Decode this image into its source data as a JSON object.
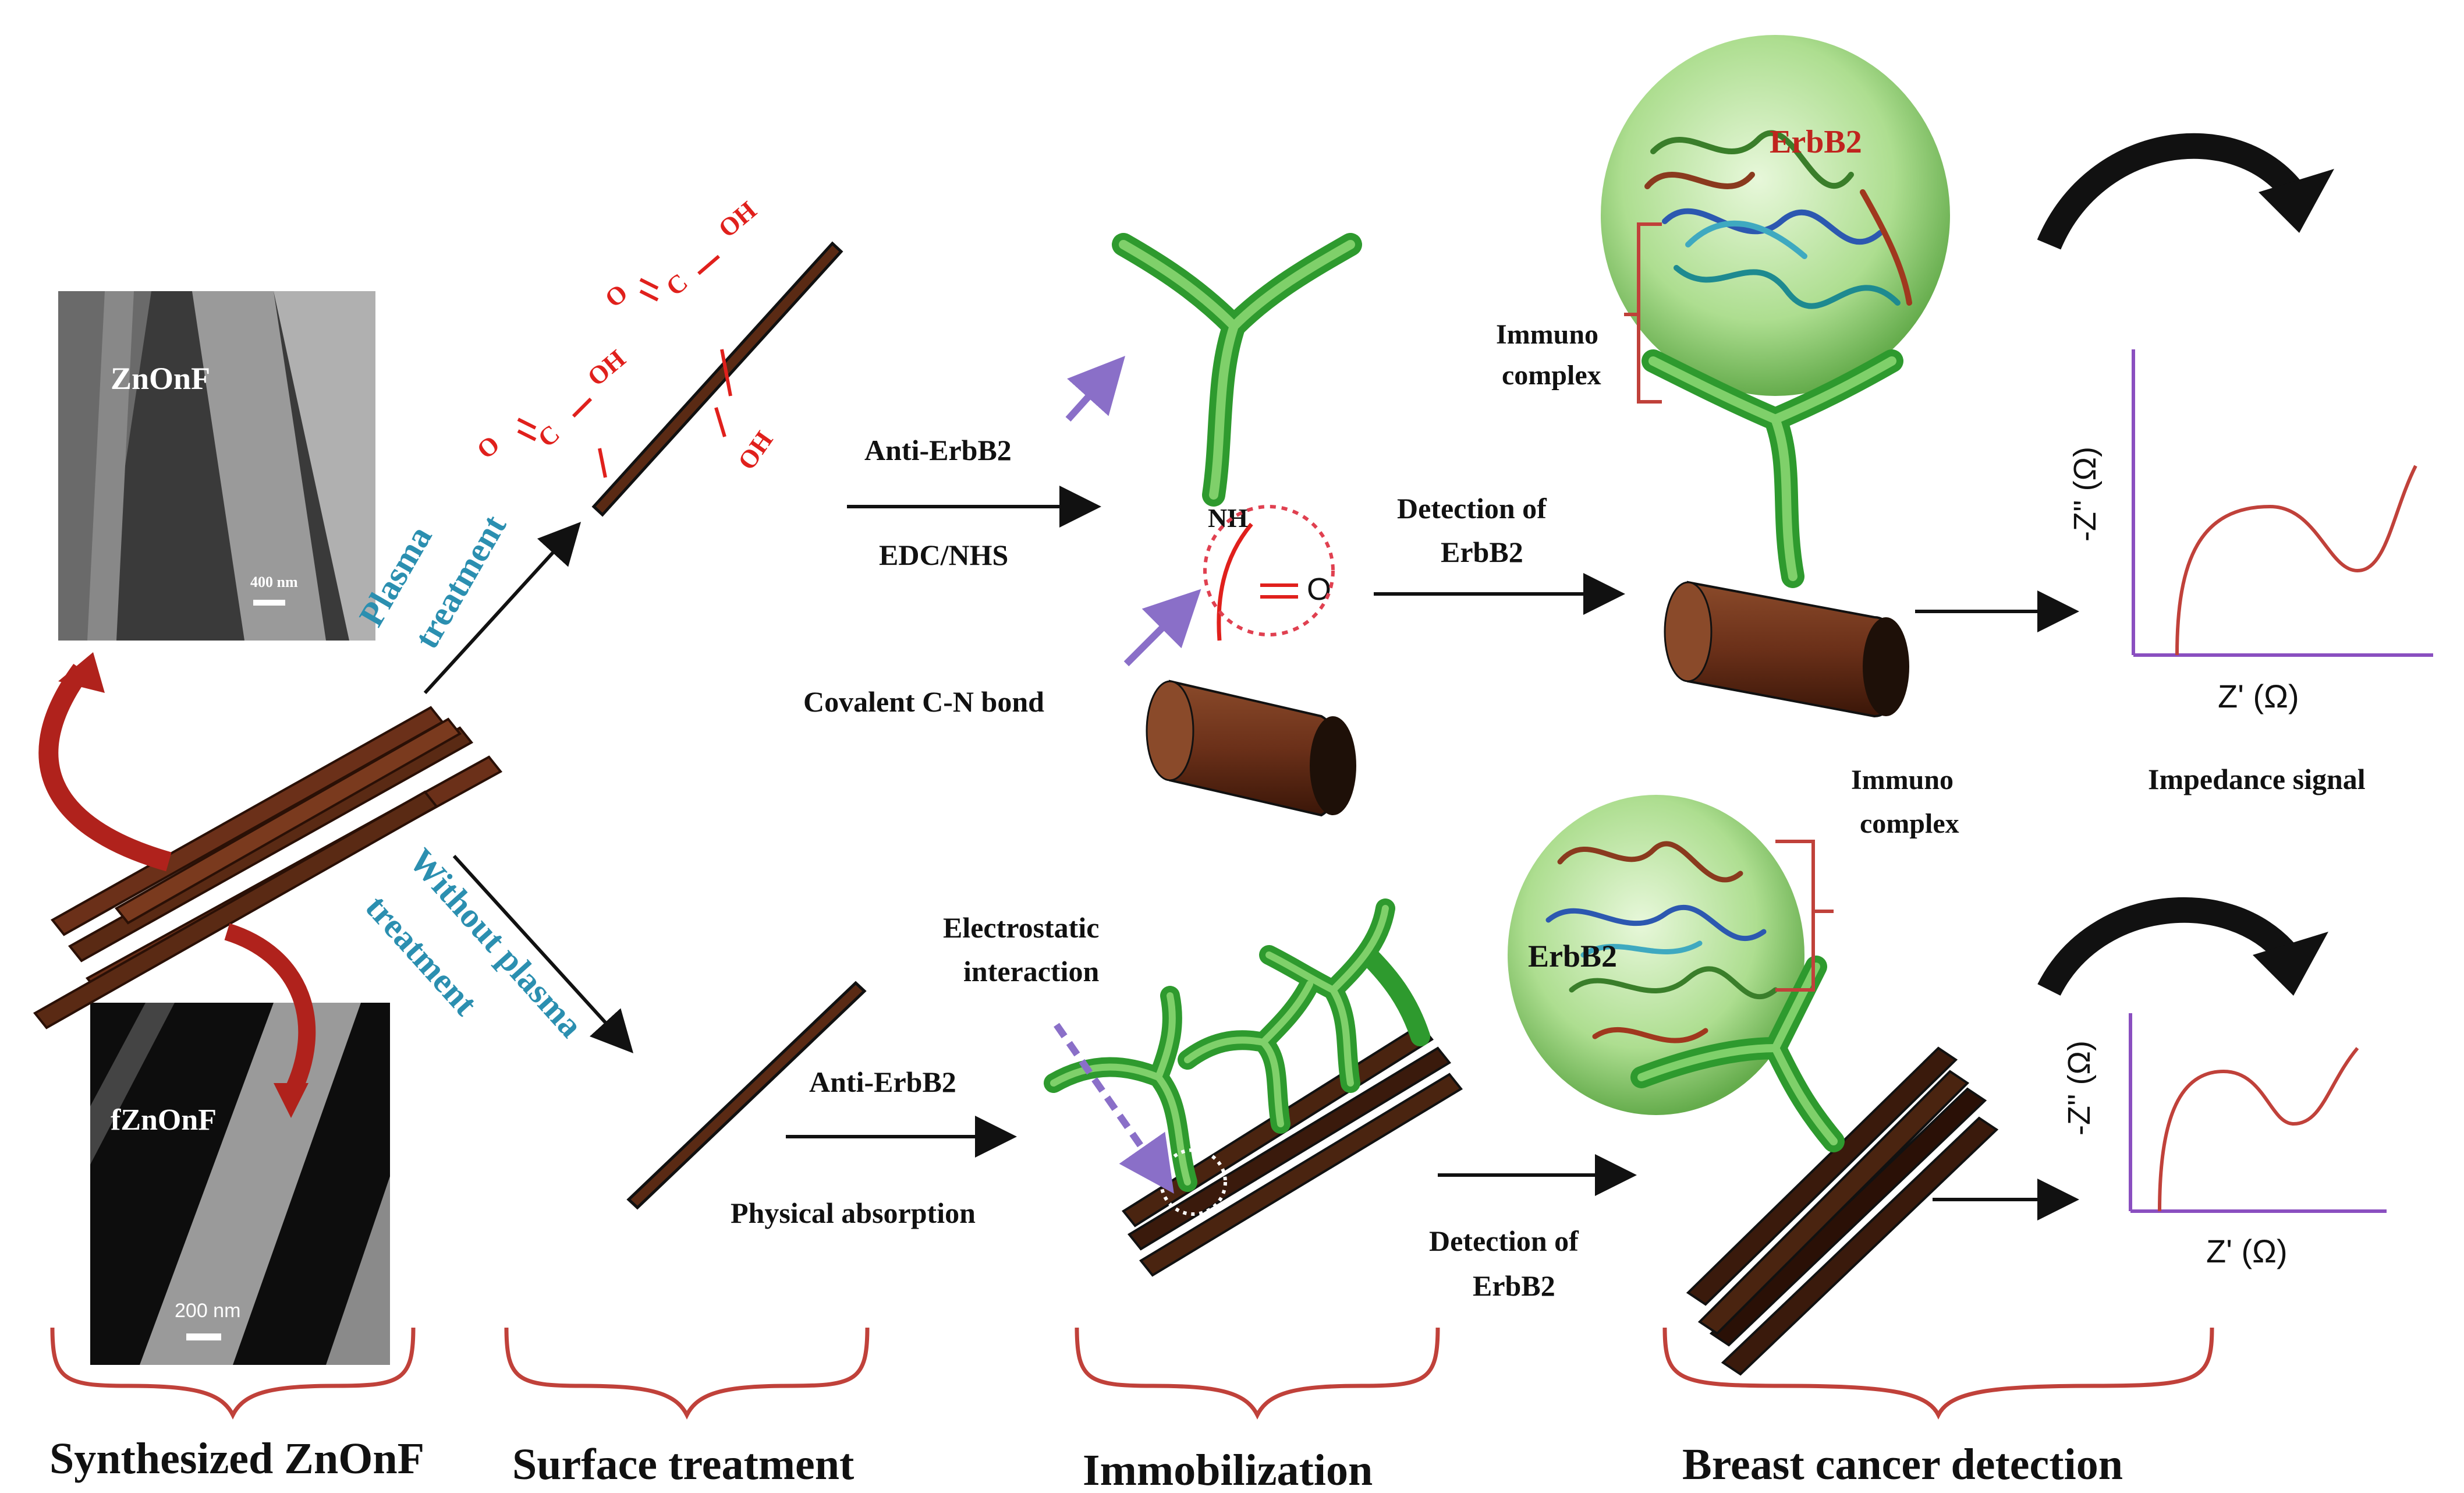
{
  "sem_images": {
    "top_label": "ZnOnF",
    "top_scale": "400 nm",
    "bottom_label": "fZnOnF",
    "bottom_scale": "200 nm"
  },
  "branches": {
    "plasma_line1": "Plasma",
    "plasma_line2": "treatment",
    "without_line1": "Without plasma",
    "without_line2": "treatment"
  },
  "chemistry": {
    "oh1": "OH",
    "oh2": "OH",
    "oh3": "OH",
    "c1": "C",
    "c2": "C",
    "o1": "O",
    "o2": "O",
    "nh": "NH",
    "o_amide": "O"
  },
  "top_path": {
    "reagent_above": "Anti-ErbB2",
    "reagent_below": "EDC/NHS",
    "covalent_bond": "Covalent C-N bond",
    "detection_line1": "Detection of",
    "detection_line2": "ErbB2",
    "erbb2": "ErbB2",
    "immuno_line1": "Immuno",
    "immuno_line2": "complex",
    "axis_y": "-Z'' (Ω)",
    "axis_x": "Z' (Ω)"
  },
  "bottom_path": {
    "reagent_above": "Anti-ErbB2",
    "reagent_below": "Physical absorption",
    "electrostatic_line1": "Electrostatic",
    "electrostatic_line2": "interaction",
    "detection_line1": "Detection of",
    "detection_line2": "ErbB2",
    "erbb2": "ErbB2",
    "immuno_line1": "Immuno",
    "immuno_line2": "complex",
    "axis_y": "-Z'' (Ω)",
    "axis_x": "Z' (Ω)"
  },
  "impedance_signal": "Impedance signal",
  "stages": {
    "s1": "Synthesized ZnOnF",
    "s2": "Surface treatment",
    "s3": "Immobilization",
    "s4": "Breast cancer detection"
  },
  "colors": {
    "fiber": "#5a2a14",
    "antibody": "#3aa23a",
    "bracket": "#c0413a",
    "plasma_text": "#2b8fb0",
    "chem_red": "#e0201c",
    "nyquist_curve": "#c0413a",
    "nyquist_axis": "#8a4fc0"
  }
}
